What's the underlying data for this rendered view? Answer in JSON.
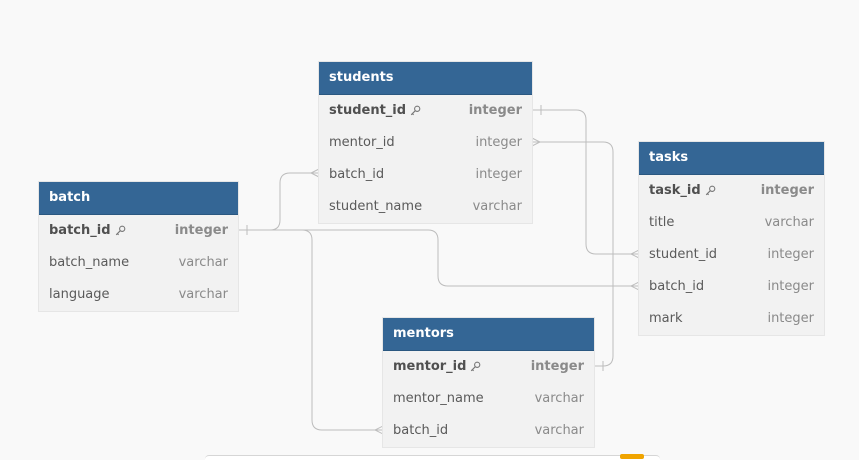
{
  "tables": {
    "students": {
      "name": "students",
      "fields": [
        {
          "name": "student_id",
          "type": "integer",
          "pk": true
        },
        {
          "name": "mentor_id",
          "type": "integer"
        },
        {
          "name": "batch_id",
          "type": "integer"
        },
        {
          "name": "student_name",
          "type": "varchar"
        }
      ]
    },
    "batch": {
      "name": "batch",
      "fields": [
        {
          "name": "batch_id",
          "type": "integer",
          "pk": true
        },
        {
          "name": "batch_name",
          "type": "varchar"
        },
        {
          "name": "language",
          "type": "varchar"
        }
      ]
    },
    "tasks": {
      "name": "tasks",
      "fields": [
        {
          "name": "task_id",
          "type": "integer",
          "pk": true
        },
        {
          "name": "title",
          "type": "varchar"
        },
        {
          "name": "student_id",
          "type": "integer"
        },
        {
          "name": "batch_id",
          "type": "integer"
        },
        {
          "name": "mark",
          "type": "integer"
        }
      ]
    },
    "mentors": {
      "name": "mentors",
      "fields": [
        {
          "name": "mentor_id",
          "type": "integer",
          "pk": true
        },
        {
          "name": "mentor_name",
          "type": "varchar"
        },
        {
          "name": "batch_id",
          "type": "varchar"
        }
      ]
    }
  },
  "relations": [
    {
      "from": "batch.batch_id",
      "to": "students.batch_id"
    },
    {
      "from": "batch.batch_id",
      "to": "tasks.batch_id"
    },
    {
      "from": "batch.batch_id",
      "to": "mentors.batch_id"
    },
    {
      "from": "students.student_id",
      "to": "tasks.student_id"
    },
    {
      "from": "mentors.mentor_id",
      "to": "students.mentor_id"
    }
  ],
  "colors": {
    "header": "#346695",
    "edge": "#bdbdbd",
    "body": "#f2f2f2"
  }
}
